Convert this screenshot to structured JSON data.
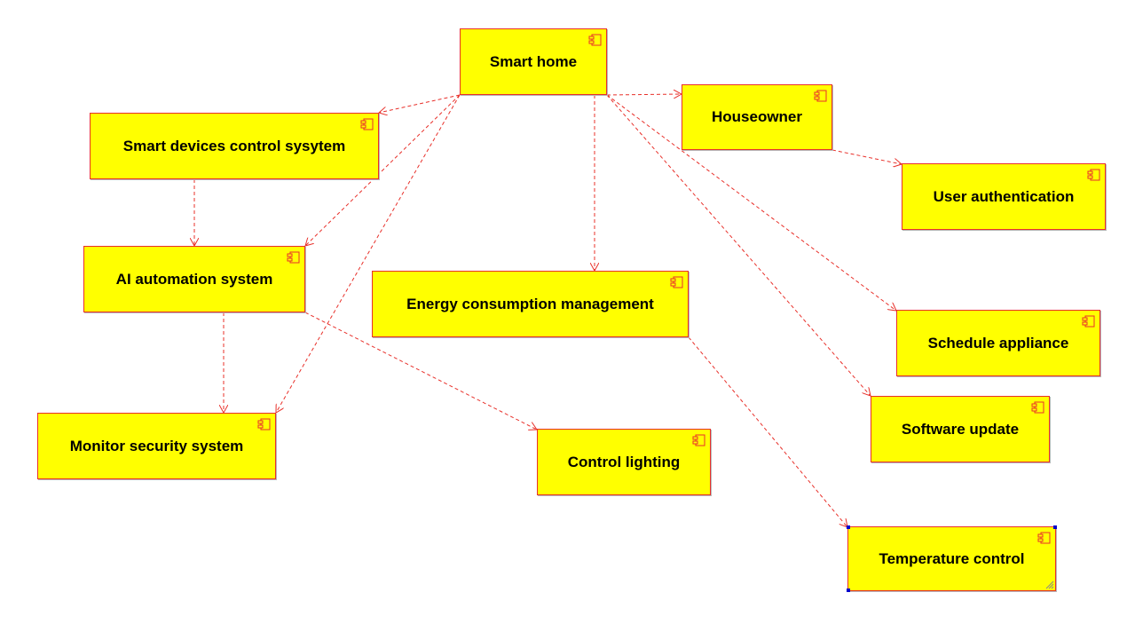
{
  "diagram": {
    "nodes": [
      {
        "id": "smart-home",
        "label": "Smart home"
      },
      {
        "id": "smart-devices",
        "label": "Smart devices control sysytem"
      },
      {
        "id": "houseowner",
        "label": "Houseowner"
      },
      {
        "id": "user-auth",
        "label": "User authentication"
      },
      {
        "id": "ai-automation",
        "label": "AI automation system"
      },
      {
        "id": "energy",
        "label": "Energy consumption management"
      },
      {
        "id": "schedule",
        "label": "Schedule appliance"
      },
      {
        "id": "monitor-security",
        "label": "Monitor security system"
      },
      {
        "id": "control-lighting",
        "label": "Control lighting"
      },
      {
        "id": "software-update",
        "label": "Software update"
      },
      {
        "id": "temperature",
        "label": "Temperature control"
      }
    ],
    "edges": [
      {
        "from": "smart-home",
        "to": "smart-devices"
      },
      {
        "from": "smart-home",
        "to": "houseowner"
      },
      {
        "from": "smart-home",
        "to": "ai-automation"
      },
      {
        "from": "smart-home",
        "to": "monitor-security"
      },
      {
        "from": "smart-home",
        "to": "energy"
      },
      {
        "from": "smart-home",
        "to": "schedule"
      },
      {
        "from": "smart-home",
        "to": "software-update"
      },
      {
        "from": "smart-devices",
        "to": "ai-automation"
      },
      {
        "from": "houseowner",
        "to": "user-auth"
      },
      {
        "from": "ai-automation",
        "to": "monitor-security"
      },
      {
        "from": "ai-automation",
        "to": "control-lighting"
      },
      {
        "from": "energy",
        "to": "temperature"
      }
    ],
    "selected": "temperature",
    "colors": {
      "fill": "#ffff00",
      "border": "#e8302a",
      "edge": "#e8302a",
      "text": "#000000",
      "selection": "#0000cc"
    },
    "icon": "component-icon"
  }
}
